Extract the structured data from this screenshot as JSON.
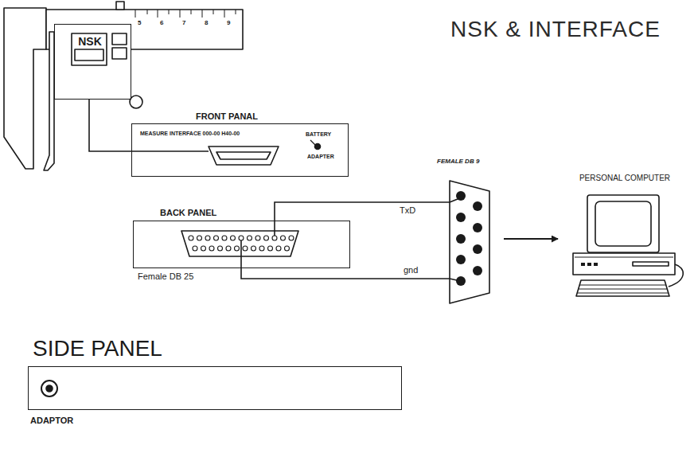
{
  "diagram": {
    "title": "NSK & INTERFACE",
    "nodes": [
      {
        "text": [
          "NSK"
        ]
      },
      {
        "text": [
          "FRONT PANAL",
          "MEASURE INTERFACE 000-00 H40-00",
          "BATTERY",
          "ADAPTER"
        ]
      },
      {
        "text": [
          "BACK PANEL",
          "Female DB 25"
        ]
      },
      {
        "text": [
          "FEMALE DB 9"
        ]
      },
      {
        "text": [
          "PERSONAL COMPUTER"
        ]
      },
      {
        "text": [
          "SIDE PANEL",
          "ADAPTOR"
        ]
      }
    ],
    "edges": [
      {
        "from": 0,
        "to": 1,
        "arrow": "none"
      },
      {
        "from": 2,
        "to": 3,
        "label": "TxD",
        "arrow": "none"
      },
      {
        "from": 2,
        "to": 3,
        "label": "gnd",
        "arrow": "none"
      },
      {
        "from": 3,
        "to": 4,
        "arrow": "to"
      }
    ],
    "labels": [
      "5",
      "6",
      "7",
      "8",
      "9"
    ]
  }
}
